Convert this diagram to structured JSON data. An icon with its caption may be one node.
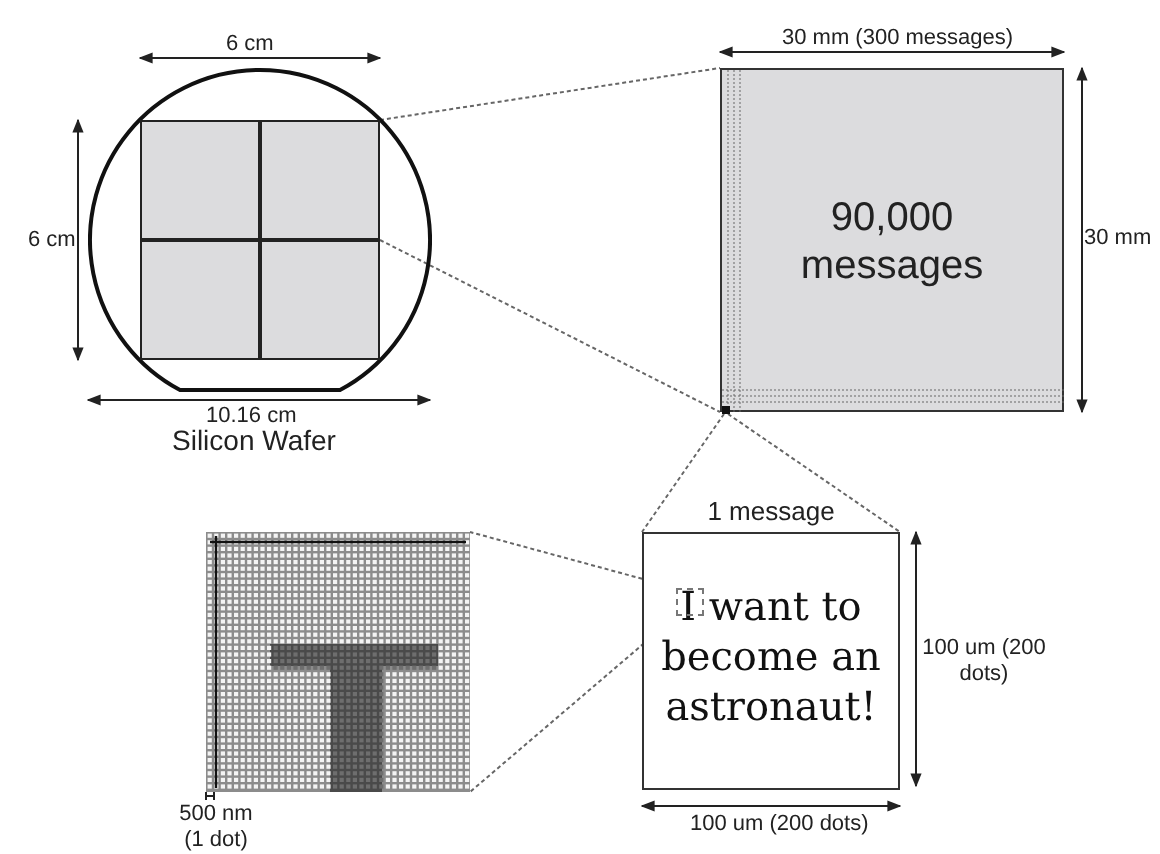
{
  "diagram": {
    "nodes": [
      {
        "text": [],
        "shape": "circle",
        "beside": [
          "Silicon Wafer"
        ]
      },
      {
        "text": [],
        "shape": "box",
        "in": 0
      },
      {
        "text": [],
        "shape": "box",
        "in": 0
      },
      {
        "text": [],
        "shape": "box",
        "in": 0
      },
      {
        "text": [],
        "shape": "box",
        "in": 0
      },
      {
        "text": [
          "90,000 messages"
        ]
      },
      {
        "text": [
          "1 message",
          "I want to become an astronaut!"
        ]
      },
      {
        "text": [],
        "shape": "box",
        "in": 6
      },
      {
        "text": [],
        "shape": "picture"
      },
      {
        "text": [],
        "shape": "box",
        "in": 5
      }
    ],
    "edges": [
      {
        "from": 2,
        "to": 5,
        "arrow": "none",
        "style": "dashed"
      },
      {
        "from": 2,
        "to": 5,
        "arrow": "none",
        "style": "dashed"
      },
      {
        "from": 9,
        "to": 6,
        "arrow": "none",
        "style": "dashed"
      },
      {
        "from": 9,
        "to": 6,
        "arrow": "none",
        "style": "dashed"
      },
      {
        "from": 7,
        "to": 8,
        "arrow": "none",
        "style": "dashed"
      },
      {
        "from": 7,
        "to": 8,
        "arrow": "none",
        "style": "dashed"
      }
    ],
    "labels": [
      "6 cm",
      "6 cm",
      "10.16 cm",
      "30 mm (300 messages)",
      "30 mm",
      "100 um (200 dots)",
      "100 um (200 dots)",
      "500 nm (1 dot)"
    ]
  }
}
